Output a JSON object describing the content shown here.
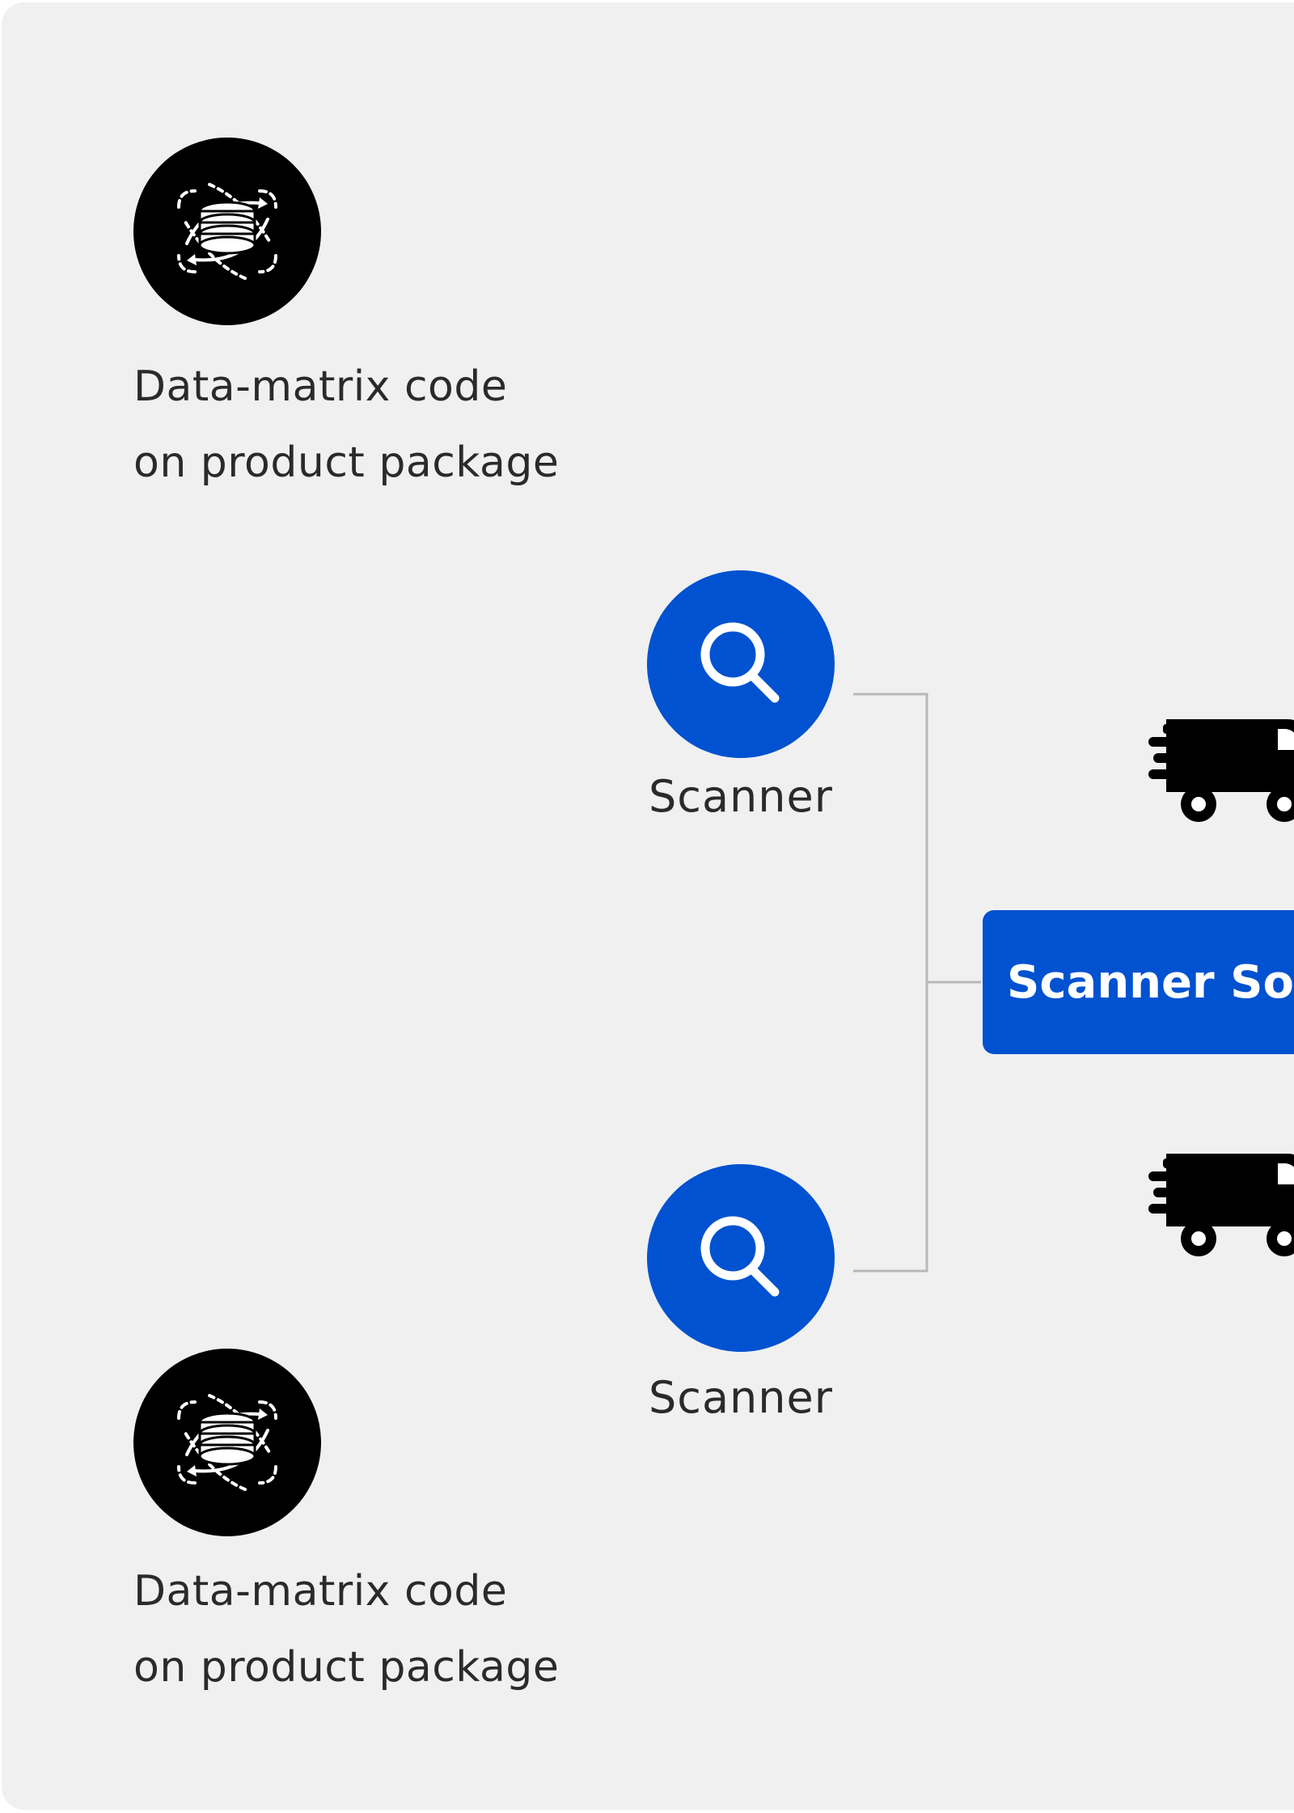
{
  "nodes": {
    "source_top": {
      "icon": "database-sync-icon",
      "line1": "Data-matrix code",
      "line2": "on product package"
    },
    "source_bottom": {
      "icon": "database-sync-icon",
      "line1": "Data-matrix code",
      "line2": "on product package"
    },
    "scanner_top": {
      "icon": "magnifier-icon",
      "label": "Scanner"
    },
    "scanner_bottom": {
      "icon": "magnifier-icon",
      "label": "Scanner"
    },
    "software": {
      "label": "Scanner So"
    },
    "truck_top": {
      "icon": "delivery-truck-icon"
    },
    "truck_bottom": {
      "icon": "delivery-truck-icon"
    }
  },
  "colors": {
    "panel_background": "#f0f0f1",
    "accent_blue": "#0052d0",
    "icon_black": "#000000",
    "connector_gray": "#b8b8b8",
    "text_dark": "#2a2a2a"
  }
}
